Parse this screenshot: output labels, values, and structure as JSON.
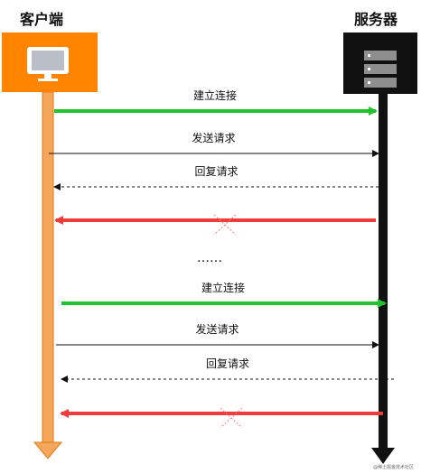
{
  "participants": {
    "client": {
      "label": "客户端",
      "icon": "monitor-icon",
      "color": "#FF8400"
    },
    "server": {
      "label": "服务器",
      "icon": "server-icon",
      "color": "#111111"
    }
  },
  "messages": [
    {
      "label": "建立连接",
      "direction": "client-to-server",
      "style": "thick",
      "color": "#22C22E"
    },
    {
      "label": "发送请求",
      "direction": "client-to-server",
      "style": "thin",
      "color": "#111111"
    },
    {
      "label": "回复请求",
      "direction": "server-to-client",
      "style": "dashed",
      "color": "#111111"
    },
    {
      "label": "",
      "direction": "server-to-client",
      "style": "thick",
      "color": "#EF3B3B",
      "crossed": true
    },
    {
      "label": "建立连接",
      "direction": "client-to-server",
      "style": "thick",
      "color": "#22C22E"
    },
    {
      "label": "发送请求",
      "direction": "client-to-server",
      "style": "thin",
      "color": "#111111"
    },
    {
      "label": "回复请求",
      "direction": "server-to-client",
      "style": "dashed",
      "color": "#111111"
    },
    {
      "label": "",
      "direction": "server-to-client",
      "style": "thick",
      "color": "#EF3B3B",
      "crossed": true
    }
  ],
  "separator": "……",
  "watermark": "@稀土掘金技术社区"
}
